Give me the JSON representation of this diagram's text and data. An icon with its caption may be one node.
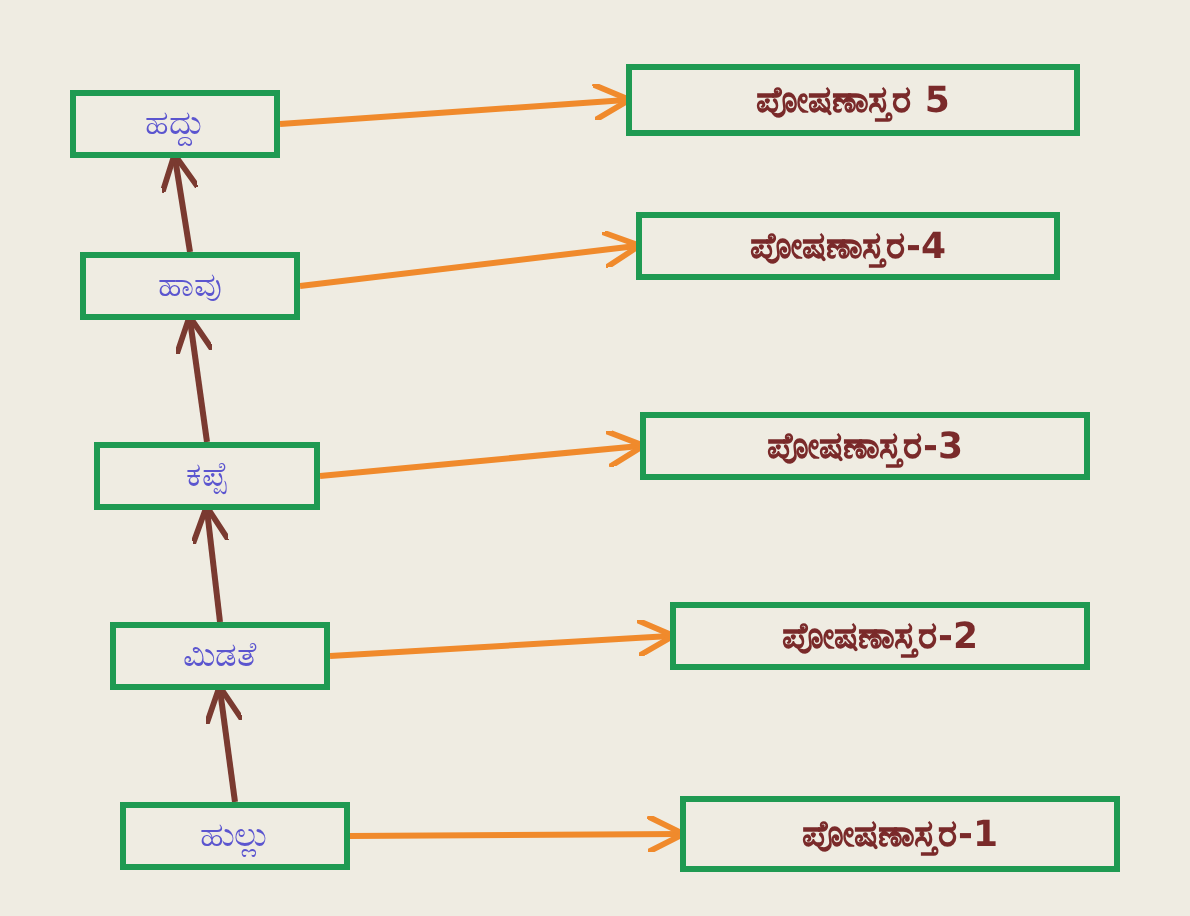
{
  "diagram": {
    "nodes": [
      {
        "text": [
          "ಹದ್ದು"
        ]
      },
      {
        "text": [
          "ಪೋಷಣಾಸ್ತರ 5"
        ]
      },
      {
        "text": [
          "ಹಾವು"
        ]
      },
      {
        "text": [
          "ಪೋಷಣಾಸ್ತರ-4"
        ]
      },
      {
        "text": [
          "ಕಪ್ಪೆ"
        ]
      },
      {
        "text": [
          "ಪೋಷಣಾಸ್ತರ-3"
        ]
      },
      {
        "text": [
          "ಮಿಡತೆ"
        ]
      },
      {
        "text": [
          "ಪೋಷಣಾಸ್ತರ-2"
        ]
      },
      {
        "text": [
          "ಹುಲ್ಲು"
        ]
      },
      {
        "text": [
          "ಪೋಷಣಾಸ್ತರ-1"
        ]
      }
    ],
    "edges": [
      {
        "from": 8,
        "to": 6,
        "arrow": "to",
        "color": "#7a3a30"
      },
      {
        "from": 6,
        "to": 4,
        "arrow": "to",
        "color": "#7a3a30"
      },
      {
        "from": 4,
        "to": 2,
        "arrow": "to",
        "color": "#7a3a30"
      },
      {
        "from": 2,
        "to": 0,
        "arrow": "to",
        "color": "#7a3a30"
      },
      {
        "from": 0,
        "to": 1,
        "arrow": "to"
      },
      {
        "from": 2,
        "to": 3,
        "arrow": "to"
      },
      {
        "from": 4,
        "to": 5,
        "arrow": "to"
      },
      {
        "from": 6,
        "to": 7,
        "arrow": "to"
      },
      {
        "from": 8,
        "to": 9,
        "arrow": "to"
      }
    ]
  }
}
